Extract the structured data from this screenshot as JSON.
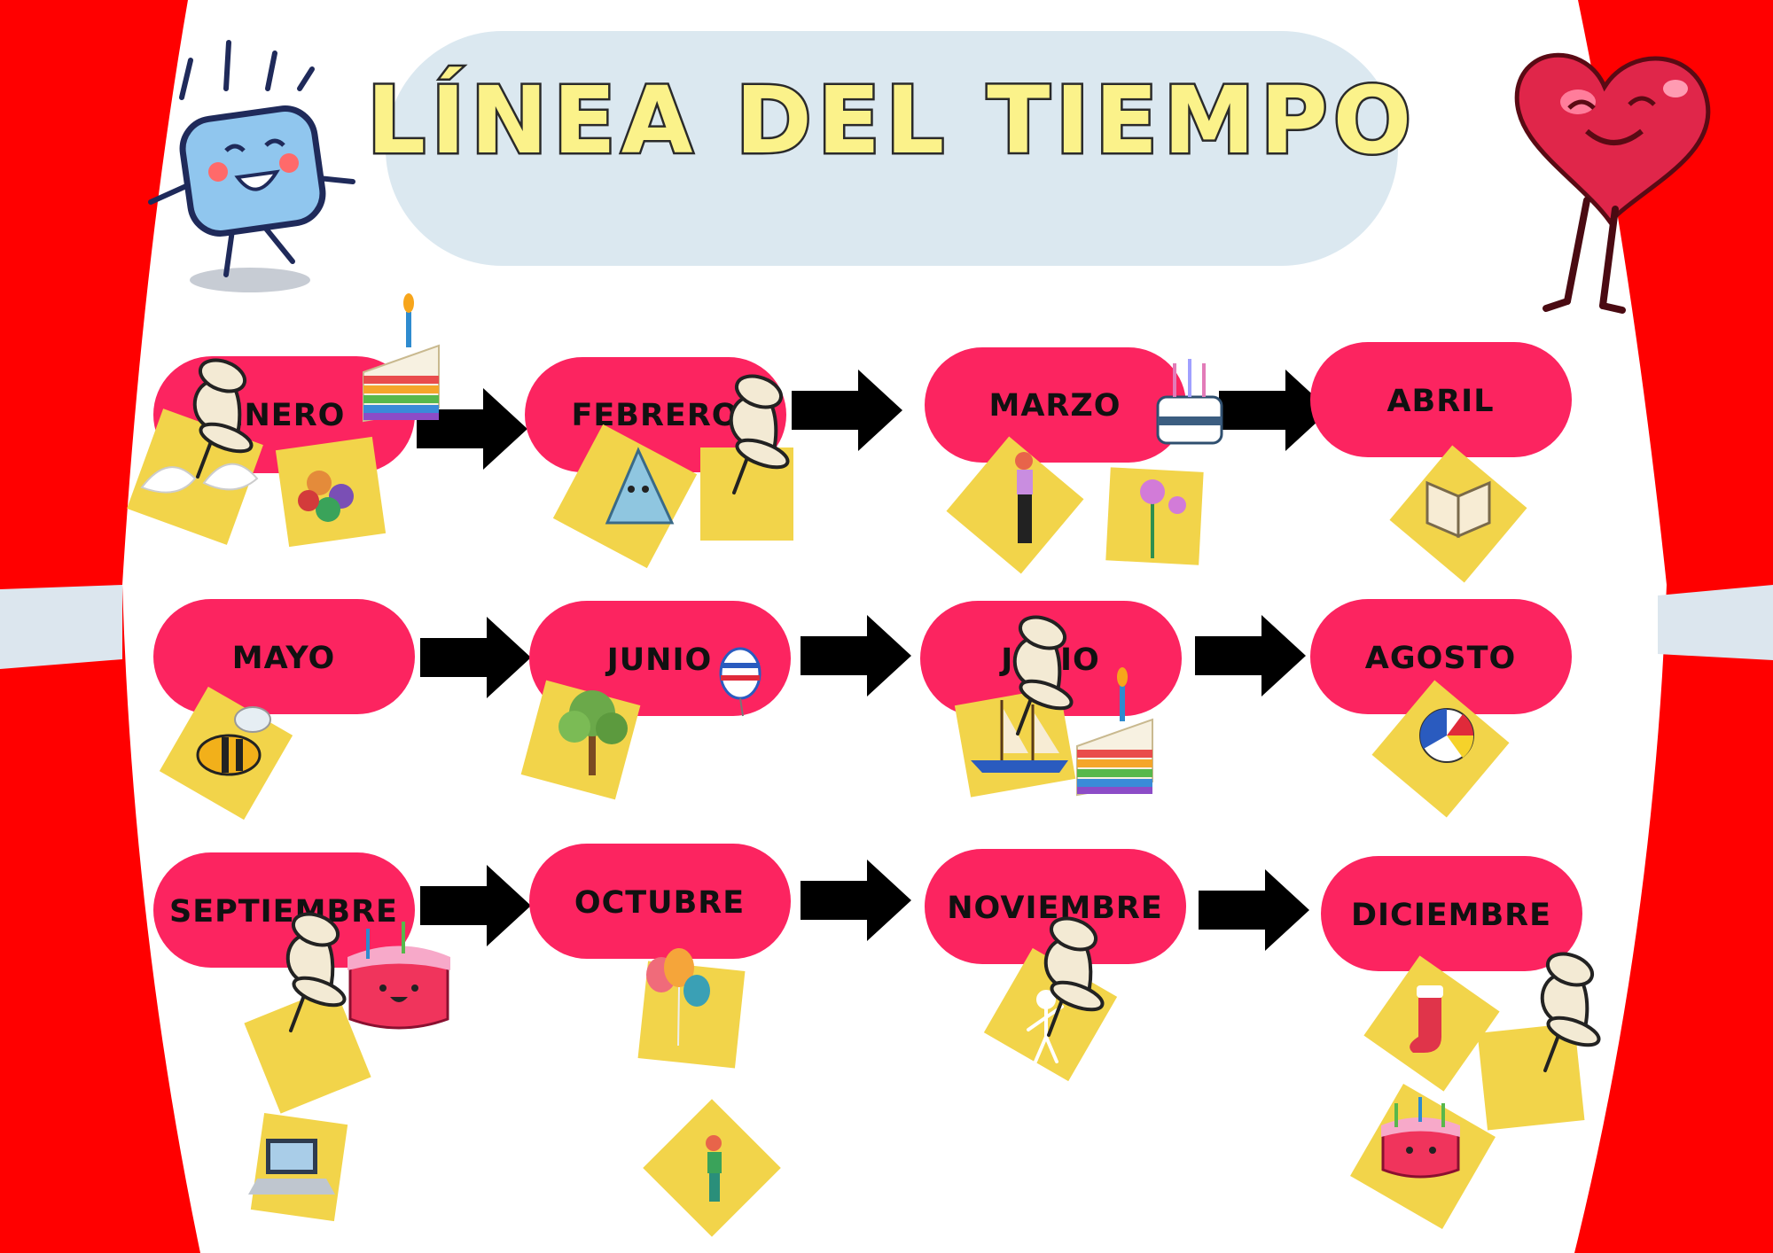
{
  "title": "LÍNEA DEL TIEMPO",
  "months": [
    "ENERO",
    "FEBRERO",
    "MARZO",
    "ABRIL",
    "MAYO",
    "JUNIO",
    "JULIO",
    "AGOSTO",
    "SEPTIEMBRE",
    "OCTUBRE",
    "NOVIEMBRE",
    "DICIEMBRE"
  ],
  "colors": {
    "curtain": "#ff0000",
    "pill": "#fc2460",
    "note": "#f2d44a",
    "title_banner": "#dbe8f0",
    "title_fill": "#fbf28a",
    "arrow": "#000000"
  },
  "icons": [
    "robot-mascot-icon",
    "heart-mascot-icon",
    "pushpin-icon",
    "cake-slice-icon",
    "doves-icon",
    "hands-icon",
    "party-hat-icon",
    "birthday-cake-icon",
    "woman-figure-icon",
    "flower-icon",
    "open-book-icon",
    "bee-icon",
    "tree-icon",
    "balloon-icon",
    "sailboat-icon",
    "beach-ball-icon",
    "balloons-icon",
    "skeleton-icon",
    "stocking-icon",
    "laptop-icon",
    "person-figure-icon"
  ]
}
